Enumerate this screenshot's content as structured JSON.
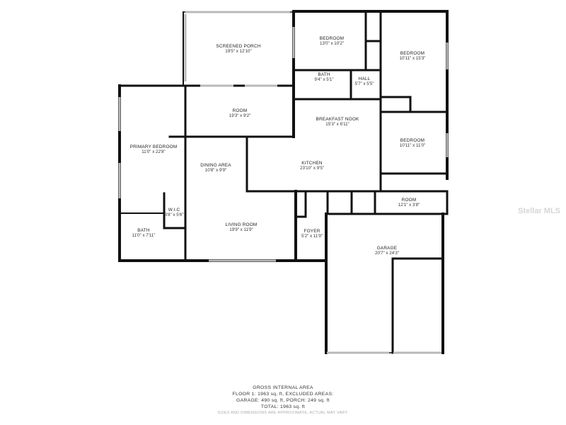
{
  "rooms": [
    {
      "name": "SCREENED PORCH",
      "dim": "19'5\" x 12'10\""
    },
    {
      "name": "BEDROOM",
      "dim": "13'0\" x 10'2\""
    },
    {
      "name": "BEDROOM",
      "dim": "10'11\" x 15'3\""
    },
    {
      "name": "BATH",
      "dim": "9'4\" x 5'1\""
    },
    {
      "name": "HALL",
      "dim": "5'7\" x 5'5\""
    },
    {
      "name": "ROOM",
      "dim": "19'3\" x 9'2\""
    },
    {
      "name": "BREAKFAST NOOK",
      "dim": "15'3\" x 6'11\""
    },
    {
      "name": "PRIMARY BEDROOM",
      "dim": "11'0\" x 22'8\""
    },
    {
      "name": "BEDROOM",
      "dim": "10'11\" x 11'0\""
    },
    {
      "name": "DINING AREA",
      "dim": "10'8\" x 9'9\""
    },
    {
      "name": "KITCHEN",
      "dim": "23'10\" x 9'5\""
    },
    {
      "name": "ROOM",
      "dim": "12'1\" x 3'8\""
    },
    {
      "name": "W.I.C",
      "dim": "3'8\" x 5'6\""
    },
    {
      "name": "LIVING ROOM",
      "dim": "19'9\" x 11'9\""
    },
    {
      "name": "FOYER",
      "dim": "5'2\" x 11'9\""
    },
    {
      "name": "GARAGE",
      "dim": "20'7\" x 24'3\""
    },
    {
      "name": "BATH",
      "dim": "11'0\" x 7'11\""
    }
  ],
  "summary": {
    "heading": "GROSS INTERNAL AREA",
    "floor": "FLOOR 1: 1963 sq. ft, EXCLUDED AREAS:",
    "excluded": "GARAGE: 490 sq. ft, PORCH: 249 sq. ft",
    "total": "TOTAL: 1963 sq. ft",
    "note": "SIZES AND DIMENSIONS ARE APPROXIMATE, ACTUAL MAY VARY."
  },
  "watermark": "Stellar MLS",
  "colors": {
    "wall": "#111111",
    "window": "#b9b9b9",
    "background": "#ffffff"
  }
}
